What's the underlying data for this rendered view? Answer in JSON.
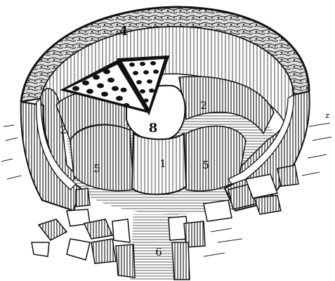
{
  "figure": {
    "labels": {
      "outer_wall": "4",
      "central_pillar": "1",
      "channel_right": "2",
      "channel_left": "2",
      "chamber_left": "5",
      "chamber_right": "5",
      "ledge": "8",
      "entrance": "6",
      "edge_mark": "z"
    }
  }
}
